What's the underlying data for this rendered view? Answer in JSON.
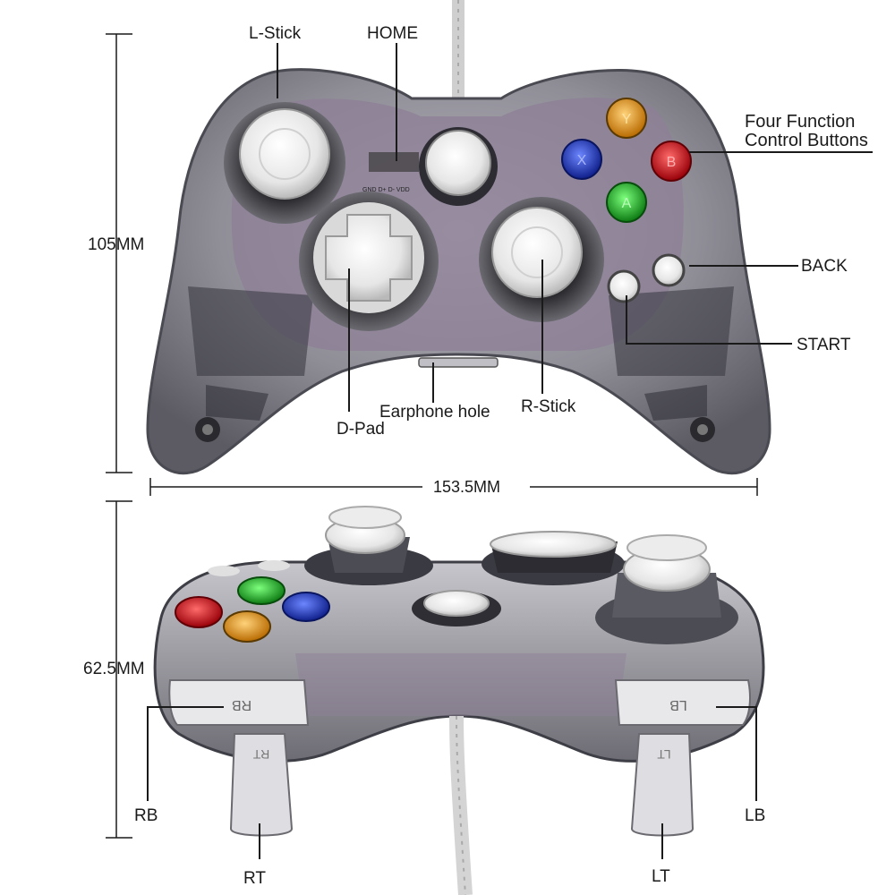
{
  "labels": {
    "l_stick": "L-Stick",
    "home": "HOME",
    "four_function_line1": "Four Function",
    "four_function_line2": "Control Buttons",
    "back": "BACK",
    "start": "START",
    "d_pad": "D-Pad",
    "earphone_hole": "Earphone hole",
    "r_stick": "R-Stick",
    "rb": "RB",
    "lb": "LB",
    "rt": "RT",
    "lt": "LT"
  },
  "dimensions": {
    "height_top": "105MM",
    "width": "153.5MM",
    "height_bottom": "62.5MM"
  },
  "controller_text": {
    "rb_button": "RB",
    "lb_button": "LB",
    "rt_trigger": "RT",
    "lt_trigger": "LT",
    "pcb_pins": "GND D+ D- VDD",
    "button_y": "Y",
    "button_x": "X",
    "button_b": "B",
    "button_a": "A"
  },
  "colors": {
    "shell": "#9a9aa4",
    "shell_dark": "#4a4a52",
    "pcb": "#8d7f97",
    "button_y": "#d88a10",
    "button_x": "#1e3cc8",
    "button_b": "#d8101c",
    "button_a": "#1ea828",
    "white_part": "#f2f2f2"
  }
}
